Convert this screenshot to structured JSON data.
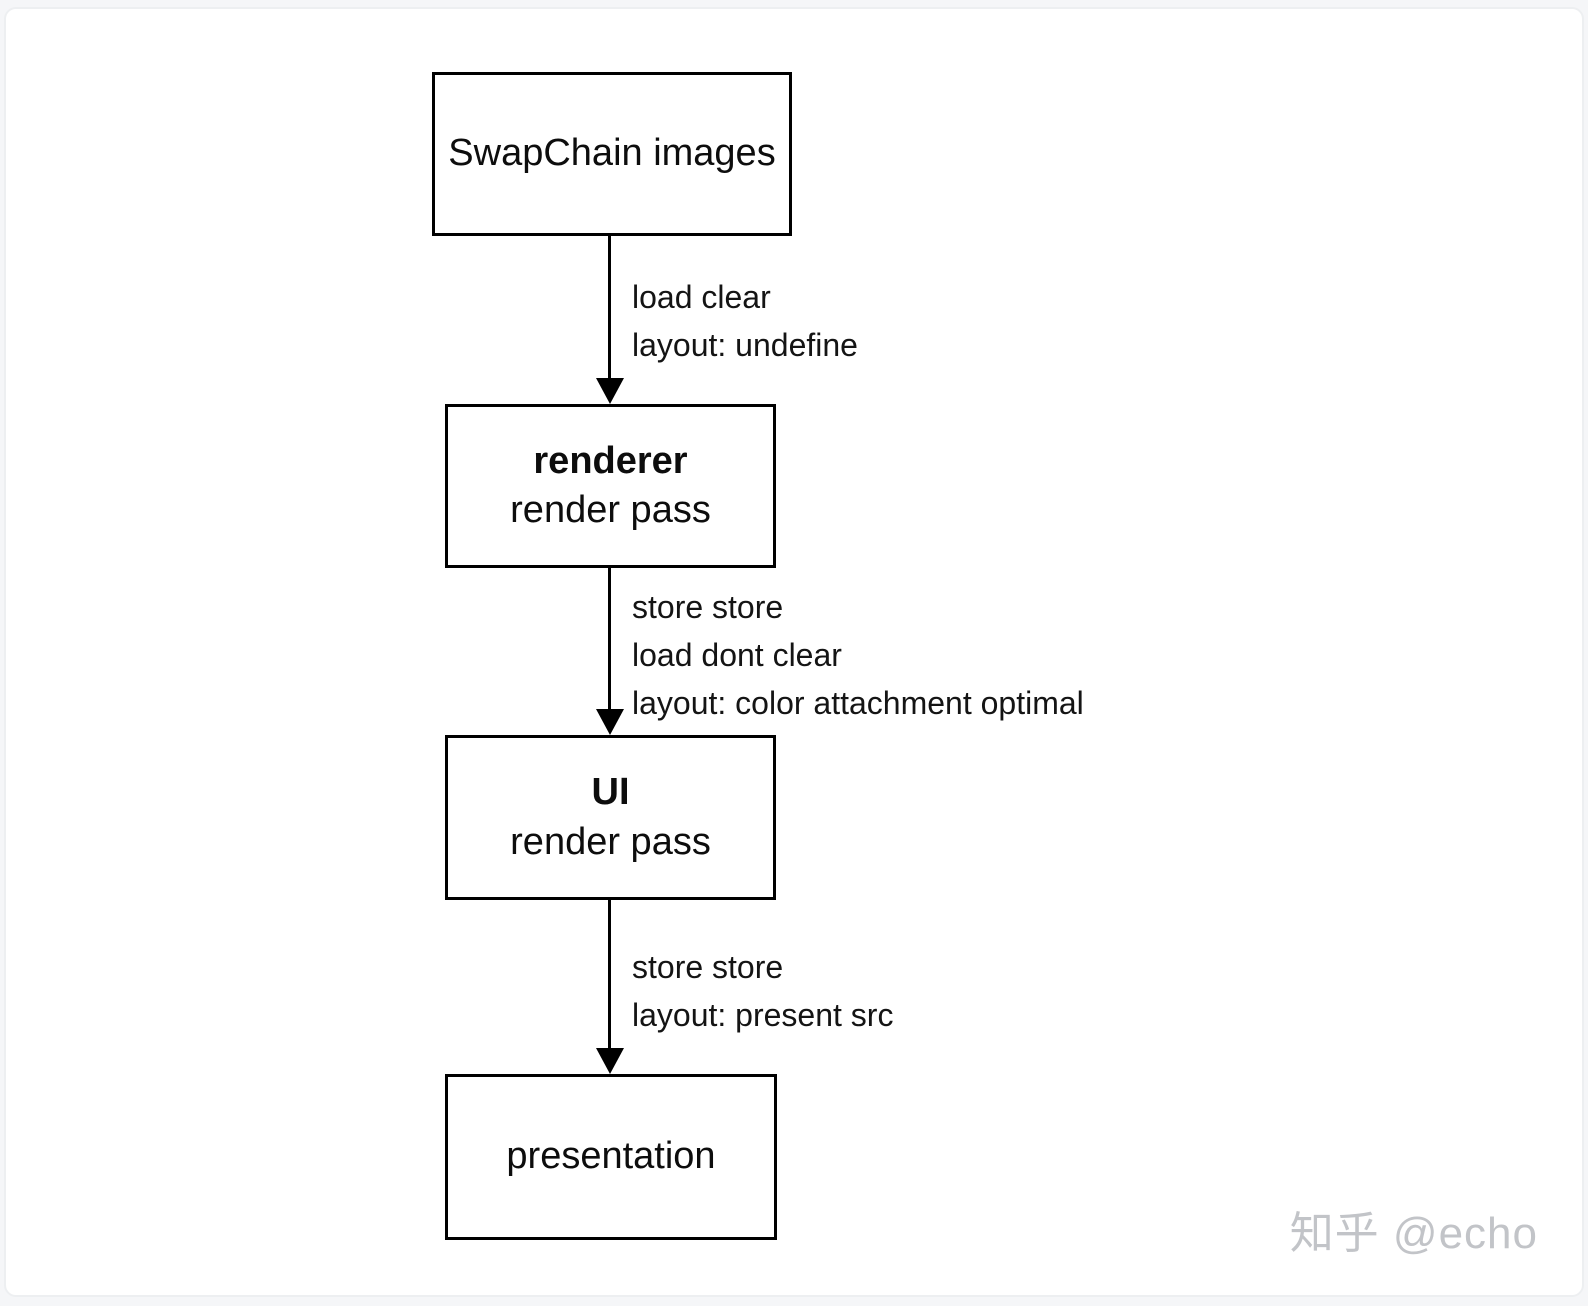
{
  "page": {
    "background_color": "#f5f6f8",
    "card_background": "#ffffff",
    "card_border_color": "#edeff1"
  },
  "diagram": {
    "stroke_color": "#000000",
    "text_color": "#141414",
    "nodes": [
      {
        "id": "swapchain",
        "label": "SwapChain images"
      },
      {
        "id": "renderer",
        "title": "renderer",
        "label": "render pass"
      },
      {
        "id": "ui",
        "title": "UI",
        "label": "render pass"
      },
      {
        "id": "presentation",
        "label": "presentation"
      }
    ],
    "edges": [
      {
        "from": "swapchain",
        "to": "renderer",
        "lines": [
          "load clear",
          "layout: undefine"
        ]
      },
      {
        "from": "renderer",
        "to": "ui",
        "lines": [
          "store store",
          "load dont clear",
          "layout: color attachment optimal"
        ]
      },
      {
        "from": "ui",
        "to": "presentation",
        "lines": [
          "store store",
          "layout: present src"
        ]
      }
    ]
  },
  "watermark": {
    "text": "知乎 @echo",
    "color": "#c2c4c8"
  }
}
